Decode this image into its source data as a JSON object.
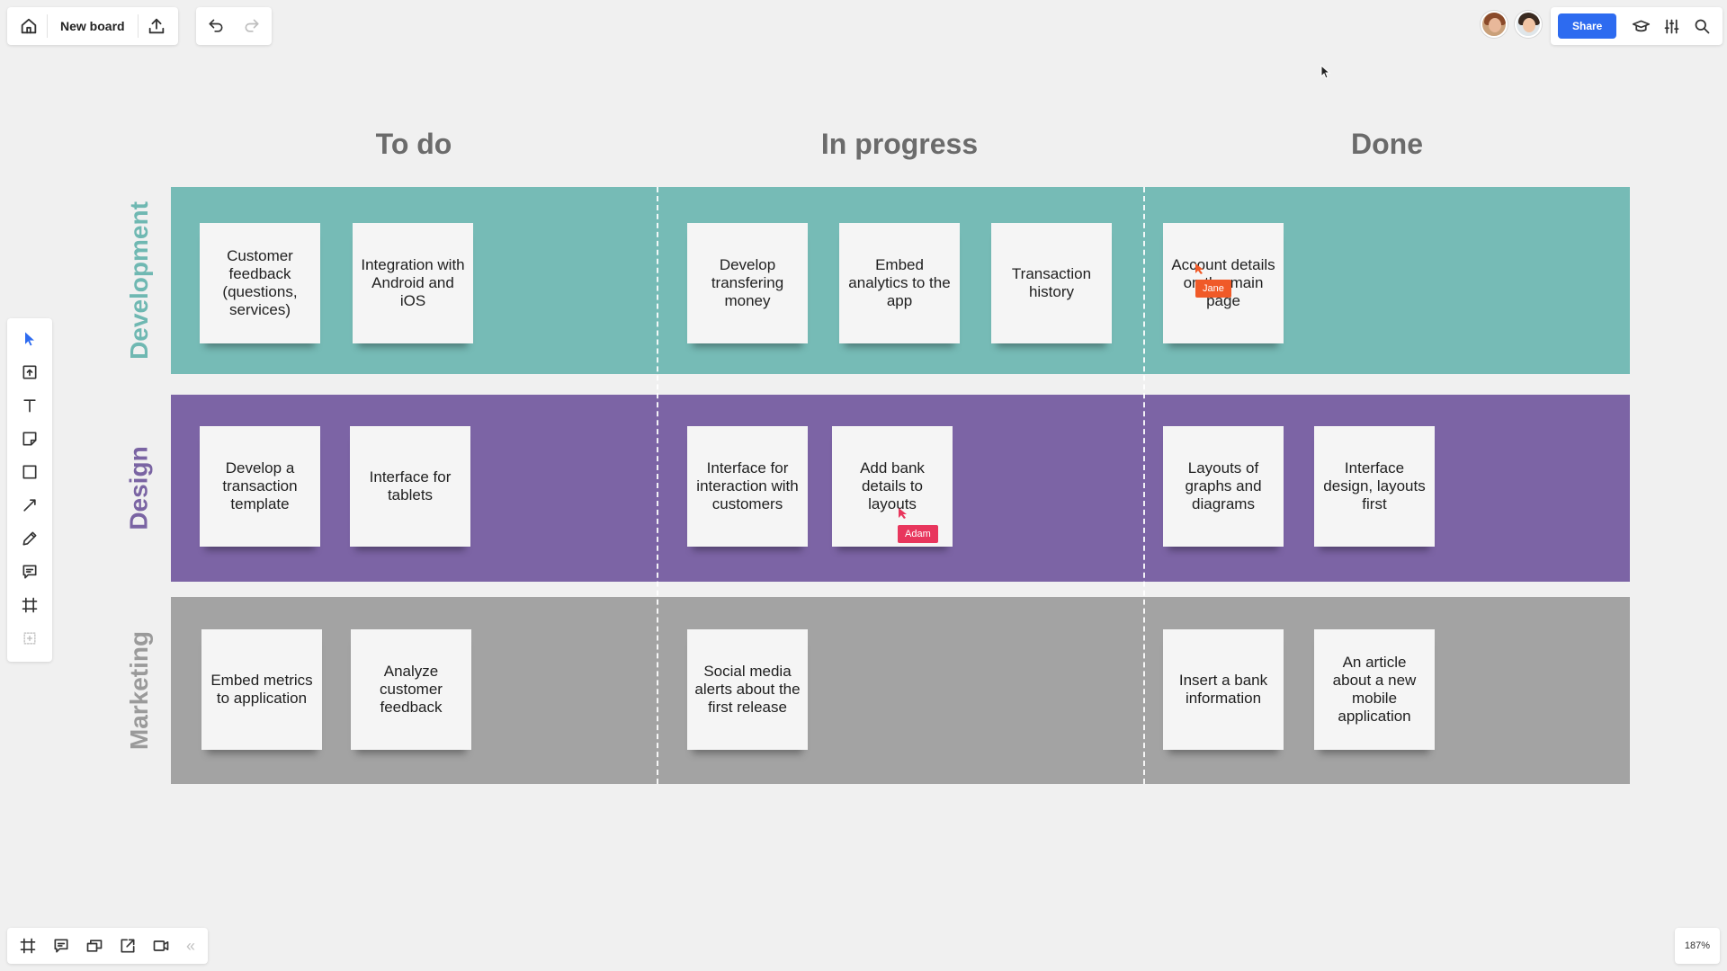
{
  "toolbar": {
    "board_name": "New board",
    "home_icon": "home-icon",
    "upload_icon": "upload-icon",
    "undo_icon": "undo-icon",
    "redo_icon": "redo-icon"
  },
  "header_right": {
    "share_label": "Share",
    "icons": [
      "graduation-cap-icon",
      "settings-sliders-icon",
      "search-icon"
    ]
  },
  "left_tools": [
    "select-pointer-icon",
    "upload-frame-icon",
    "text-icon",
    "sticky-note-icon",
    "rectangle-icon",
    "line-icon",
    "pen-icon",
    "comment-icon",
    "frame-icon",
    "more-tools-icon"
  ],
  "bottom_tools": [
    "frames-icon",
    "comments-icon",
    "cards-icon",
    "share-screen-icon",
    "video-icon",
    "collapse-icon"
  ],
  "zoom": "187%",
  "colors": {
    "development": "#76bbb6",
    "development_label": "#6fb8b2",
    "design": "#7c64a5",
    "design_label": "#7a64a3",
    "marketing": "#a3a3a3",
    "marketing_label": "#9a9a9a",
    "accent": "#2d6bf0",
    "jane": "#f05a28",
    "adam": "#e8365d"
  },
  "board": {
    "columns": [
      "To do",
      "In progress",
      "Done"
    ],
    "lanes": [
      {
        "label": "Development",
        "cards": {
          "todo": [
            "Customer feedback (questions, services)",
            "Integration with Android and iOS"
          ],
          "progress": [
            "Develop transfering money",
            "Embed analytics to the app",
            "Transaction history"
          ],
          "done": [
            "Account details on the main page"
          ]
        }
      },
      {
        "label": "Design",
        "cards": {
          "todo": [
            "Develop a transaction template",
            "Interface for tablets"
          ],
          "progress": [
            "Interface for interaction with customers",
            "Add bank details to layouts"
          ],
          "done": [
            "Layouts of graphs and diagrams",
            "Interface design, layouts first"
          ]
        }
      },
      {
        "label": "Marketing",
        "cards": {
          "todo": [
            "Embed metrics to application",
            "Analyze customer feedback"
          ],
          "progress": [
            "Social media alerts about the first release"
          ],
          "done": [
            "Insert a bank information",
            "An article about a new mobile application"
          ]
        }
      }
    ]
  },
  "collaborators": {
    "jane": "Jane",
    "adam": "Adam"
  }
}
